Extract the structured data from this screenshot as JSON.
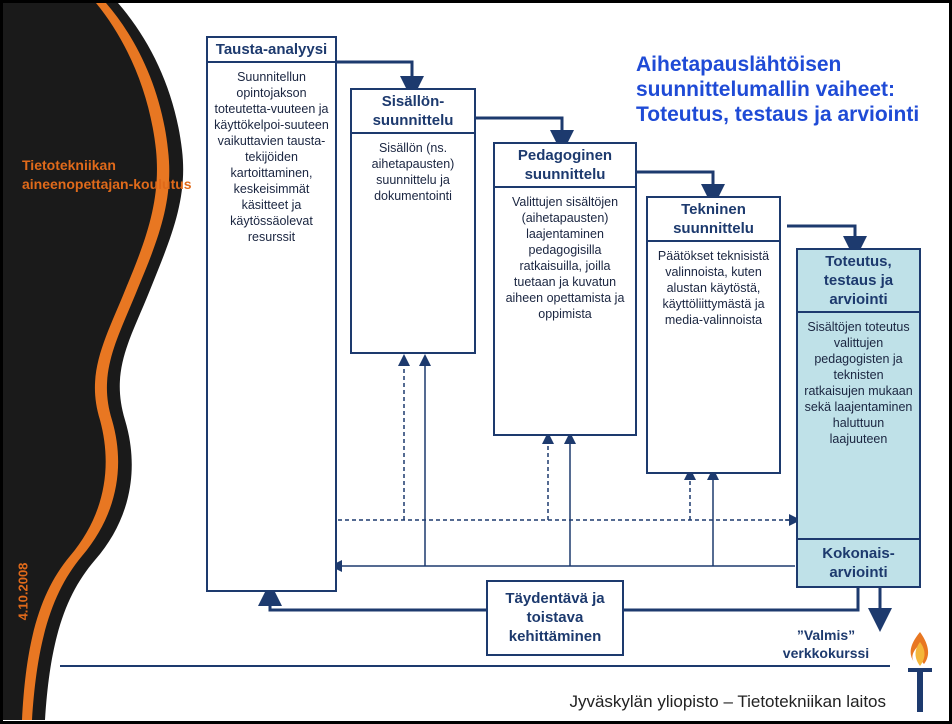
{
  "sidebar": {
    "program": "Tietotekniikan aineenopettajan-koulutus",
    "date": "4.10.2008"
  },
  "title": "Aihetapauslähtöisen suunnittelumallin vaiheet: Toteutus, testaus ja arviointi",
  "phases": [
    {
      "header": "Tausta-analyysi",
      "body": "Suunnitellun opintojakson toteutetta-vuuteen ja käyttökelpoi-suuteen vaikuttavien tausta-tekijöiden kartoittaminen, keskeisimmät käsitteet ja käytössäolevat resurssit"
    },
    {
      "header": "Sisällön-suunnittelu",
      "body": "Sisällön (ns. aihetapausten) suunnittelu ja dokumentointi"
    },
    {
      "header": "Pedagoginen suunnittelu",
      "body": "Valittujen sisältöjen (aihetapausten) laajentaminen pedagogisilla ratkaisuilla, joilla tuetaan ja kuvatun aiheen opettamista ja oppimista"
    },
    {
      "header": "Tekninen suunnittelu",
      "body": "Päätökset teknisistä valinnoista, kuten alustan käytöstä, käyttöliittymästä ja media-valinnoista"
    },
    {
      "header": "Toteutus, testaus ja arviointi",
      "body": "Sisältöjen toteutus valittujen pedagogisten ja teknisten ratkaisujen mukaan sekä laajentaminen haluttuun laajuuteen",
      "footer": "Kokonais-arviointi"
    }
  ],
  "iteration": "Täydentävä ja toistava kehittäminen",
  "result": "”Valmis” verkkokurssi",
  "footer": "Jyväskylän yliopisto – Tietotekniikan laitos",
  "colors": {
    "accent": "#e06a1a",
    "navy": "#1d3a6e",
    "title": "#1f4bd6",
    "final_fill": "#bfe1e8"
  }
}
